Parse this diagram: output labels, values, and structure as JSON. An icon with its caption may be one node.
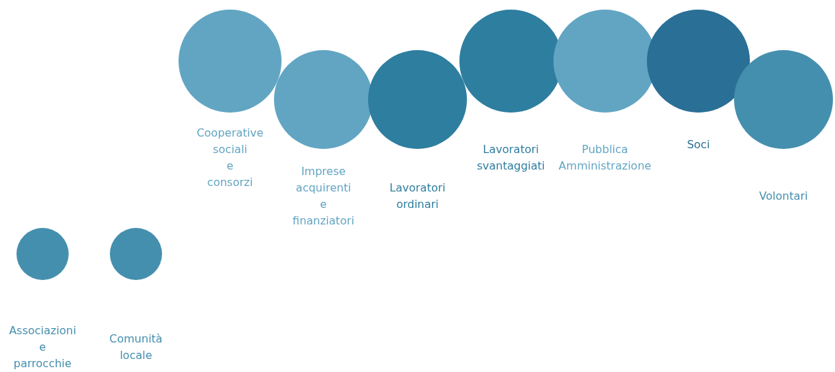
{
  "diagram": {
    "nodes": [
      {
        "text": [
          "Cooperative sociali e consorzi"
        ]
      },
      {
        "text": [
          "Imprese acquirenti e finanziatori"
        ]
      },
      {
        "text": [
          "Lavoratori ordinari"
        ]
      },
      {
        "text": [
          "Lavoratori svantaggiati"
        ]
      },
      {
        "text": [
          "Pubblica Amministrazione"
        ]
      },
      {
        "text": [
          "Soci"
        ]
      },
      {
        "text": [
          "Volontari"
        ]
      },
      {
        "text": [
          "Associazioni e parrocchie"
        ]
      },
      {
        "text": [
          "Comunità locale"
        ]
      }
    ]
  }
}
